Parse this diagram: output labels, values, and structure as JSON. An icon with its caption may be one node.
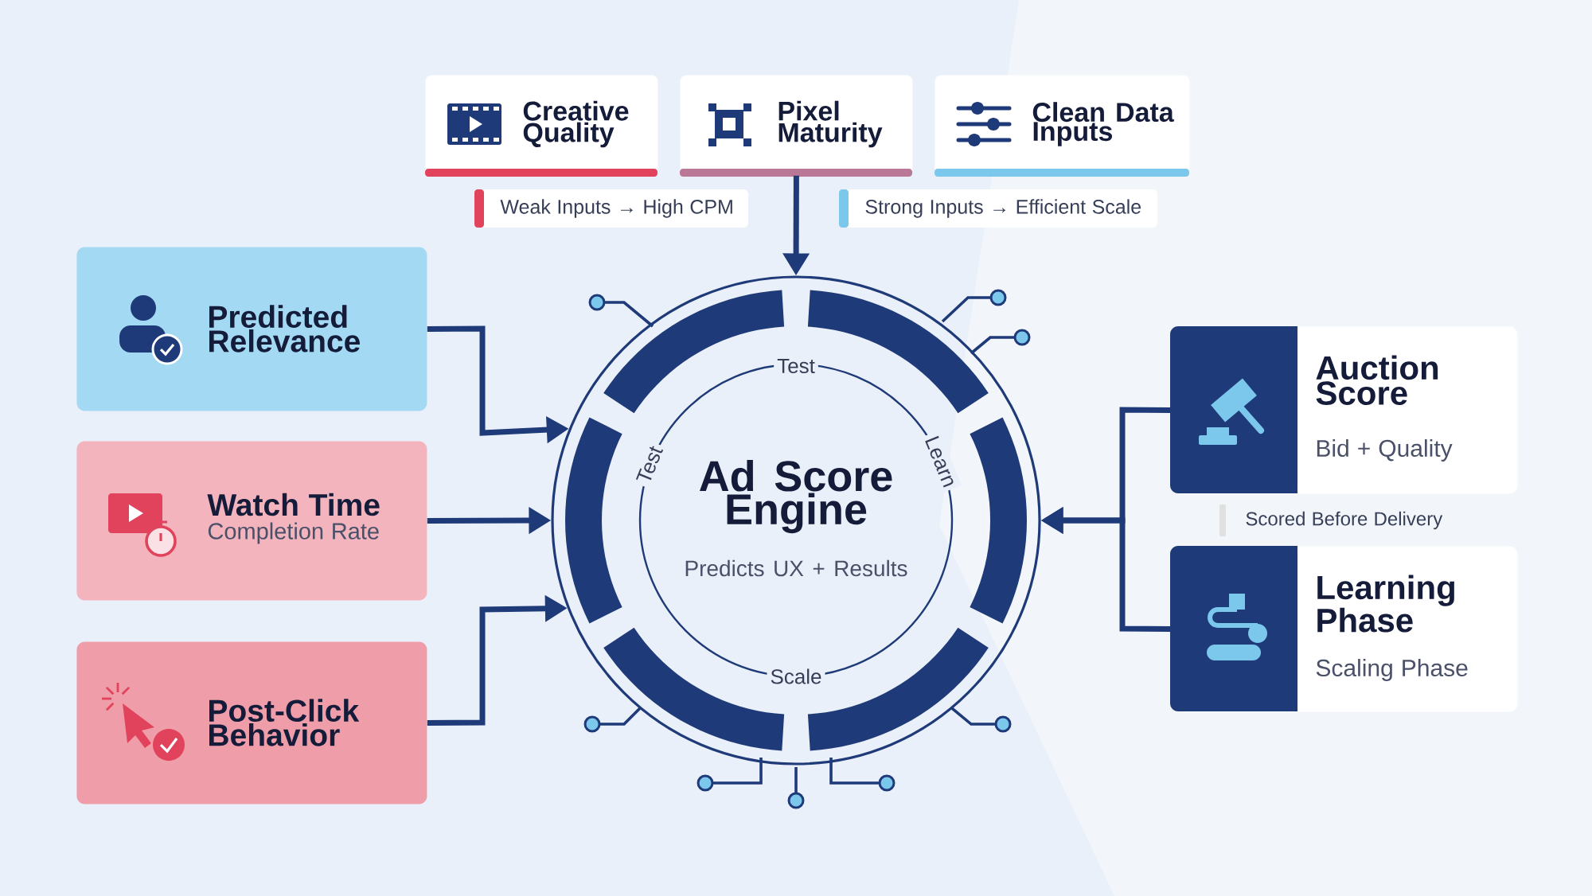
{
  "diagram": {
    "nodes": [
      {
        "text": [
          "Creative Quality"
        ]
      },
      {
        "text": [
          "Pixel Maturity"
        ]
      },
      {
        "text": [
          "Clean Data Inputs"
        ]
      },
      {
        "text": [
          "Predicted Relevance"
        ]
      },
      {
        "text": [
          "Watch Time",
          "Completion Rate"
        ]
      },
      {
        "text": [
          "Post-Click Behavior"
        ]
      },
      {
        "text": [
          "Ad Score Engine",
          "Predicts UX + Results"
        ]
      },
      {
        "text": [
          "Auction Score",
          "Bid + Quality"
        ]
      },
      {
        "text": [
          "Learning Phase",
          "Scaling Phase"
        ]
      }
    ],
    "edges": [
      {
        "from": 1,
        "to": 6,
        "arrow": "to"
      },
      {
        "from": 3,
        "to": 6,
        "arrow": "to"
      },
      {
        "from": 4,
        "to": 6,
        "arrow": "to"
      },
      {
        "from": 5,
        "to": 6,
        "arrow": "to"
      },
      {
        "from": 7,
        "to": 6,
        "arrow": "to"
      },
      {
        "from": 8,
        "to": 6,
        "arrow": "to"
      }
    ],
    "labels": [
      "Weak Inputs → High CPM",
      "Strong Inputs → Efficient Scale",
      "Test",
      "Test",
      "Learn",
      "Scale",
      "Scored Before Delivery"
    ]
  }
}
